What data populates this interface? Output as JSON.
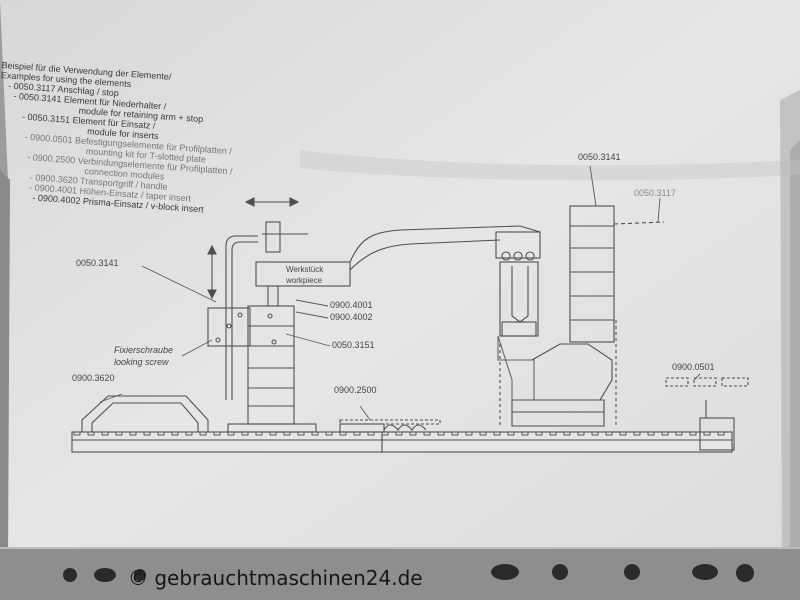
{
  "legend": {
    "heading_de": "Beispiel für die Verwendung der Elemente/",
    "heading_en": "Examples for using the elements",
    "lines": [
      "- 0050.3117 Anschlag / stop",
      "- 0050.3141 Element für Niederhalter /",
      "module for retaining arm + stop",
      "- 0050.3151 Element für Einsatz /",
      "module for inserts",
      "- 0900.0501 Befestigungselemente für Profilplatten /",
      "mounting kit for T-slotted plate",
      "- 0900.2500 Verbindungselemente für Profilplatten /",
      "connection modules",
      "- 0900.3620 Transportgriff / handle",
      "- 0900.4001 Höhen-Einsatz / taper insert",
      "- 0900.4002 Prisma-Einsatz / v-block insert"
    ]
  },
  "diagram": {
    "labels": {
      "part_3141_left": "0050.3141",
      "part_3141_right": "0050.3141",
      "part_3117": "0050.3117",
      "workpiece_de": "Werkstück",
      "workpiece_en": "workpiece",
      "part_4001": "0900.4001",
      "part_4002": "0900.4002",
      "part_3151": "0050.3151",
      "screw_de": "Fixierschraube",
      "screw_en": "looking screw",
      "part_3620": "0900.3620",
      "part_2500": "0900.2500",
      "part_0501": "0900.0501"
    }
  },
  "watermark": "© gebrauchtmaschinen24.de",
  "colors": {
    "paper": "#e4e4e4",
    "ink": "#4a4a4a",
    "sleeve_shadow": "#8c8c8c",
    "watermark": "#161616"
  }
}
